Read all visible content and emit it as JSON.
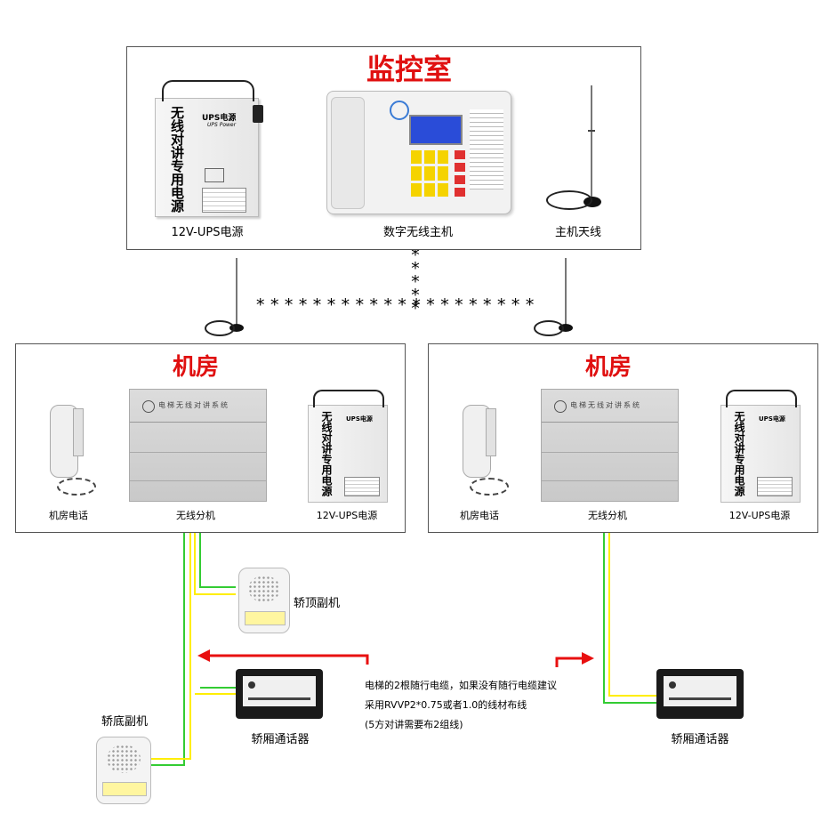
{
  "control_room": {
    "title": "监控室",
    "ups_label": "12V-UPS电源",
    "host_label": "数字无线主机",
    "antenna_label": "主机天线",
    "ups_device": {
      "name": "无线对讲专用电源",
      "brand": "UPS电源",
      "sub": "UPS Power"
    }
  },
  "machine_rooms": [
    {
      "title": "机房",
      "phone_label": "机房电话",
      "extension_label": "无线分机",
      "ups_label": "12V-UPS电源",
      "extension_text": "电梯无线对讲系统"
    },
    {
      "title": "机房",
      "phone_label": "机房电话",
      "extension_label": "无线分机",
      "ups_label": "12V-UPS电源",
      "extension_text": "电梯无线对讲系统"
    }
  ],
  "car_devices": {
    "top_label": "轿顶副机",
    "bottom_label": "轿底副机",
    "intercom_label_left": "轿厢通话器",
    "intercom_label_right": "轿厢通话器"
  },
  "note": {
    "line1": "电梯的2根随行电缆，如果没有随行电缆建议",
    "line2": "采用RVVP2*0.75或者1.0的线材布线",
    "line3": "(5方对讲需要布2组线)"
  },
  "colors": {
    "title_red": "#e01010",
    "wire_green": "#33cc33",
    "wire_yellow": "#ffee00",
    "arrow_red": "#e81010"
  }
}
